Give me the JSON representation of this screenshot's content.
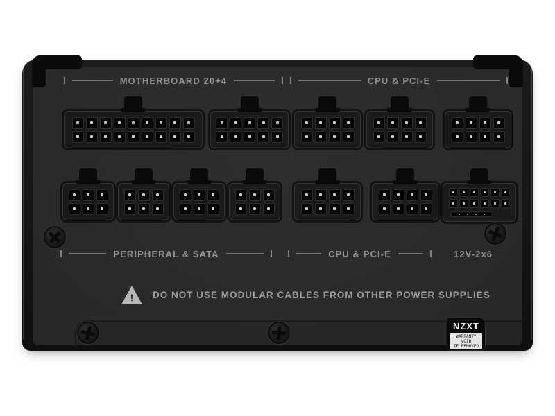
{
  "psu": {
    "panel_groups_top": [
      {
        "label": "MOTHERBOARD 20+4"
      },
      {
        "label": "CPU & PCI-E"
      }
    ],
    "panel_groups_bottom": [
      {
        "label": "PERIPHERAL & SATA"
      },
      {
        "label": "CPU & PCI-E"
      },
      {
        "label": "12V-2x6"
      }
    ],
    "warning_text": "DO NOT USE MODULAR CABLES FROM OTHER POWER SUPPLIES",
    "warning_icon": "warning-triangle-icon",
    "sticker": {
      "brand": "NZXT",
      "warranty_line1": "WARRANTY VOID",
      "warranty_line2": "IF REMOVED"
    },
    "connectors": {
      "mb18": {
        "name": "motherboard-18pin",
        "rows": 2,
        "cols": 9,
        "size": "std"
      },
      "mb10": {
        "name": "motherboard-10pin",
        "rows": 2,
        "cols": 5,
        "size": "std"
      },
      "cpu8a": {
        "name": "cpu-pcie-8pin-1",
        "rows": 2,
        "cols": 4,
        "size": "std"
      },
      "cpu8b": {
        "name": "cpu-pcie-8pin-2",
        "rows": 2,
        "cols": 4,
        "size": "std"
      },
      "cpu8c": {
        "name": "cpu-pcie-8pin-3",
        "rows": 2,
        "cols": 4,
        "size": "std"
      },
      "per6a": {
        "name": "peripheral-sata-6pin-1",
        "rows": 2,
        "cols": 3,
        "size": "std"
      },
      "per6b": {
        "name": "peripheral-sata-6pin-2",
        "rows": 2,
        "cols": 3,
        "size": "std"
      },
      "per6c": {
        "name": "peripheral-sata-6pin-3",
        "rows": 2,
        "cols": 3,
        "size": "std"
      },
      "per6d": {
        "name": "peripheral-sata-6pin-4",
        "rows": 2,
        "cols": 3,
        "size": "std"
      },
      "cpu8d": {
        "name": "cpu-pcie-8pin-4",
        "rows": 2,
        "cols": 4,
        "size": "std"
      },
      "cpu8e": {
        "name": "cpu-pcie-8pin-5",
        "rows": 2,
        "cols": 4,
        "size": "std"
      },
      "pcie12v": {
        "name": "12v-2x6-connector",
        "rows": 2,
        "cols": 6,
        "size": "small",
        "sense_pins": 4
      }
    },
    "colors": {
      "background": "#ffffff",
      "case": "#161617",
      "face_panel": "#2c2c2d",
      "label_text": "#929292",
      "warning_text": "#9d9d9d",
      "pin_dot": "#c9c9c9",
      "sticker_bg": "#0a0a0a",
      "sticker_text": "#f2f2f2"
    }
  }
}
